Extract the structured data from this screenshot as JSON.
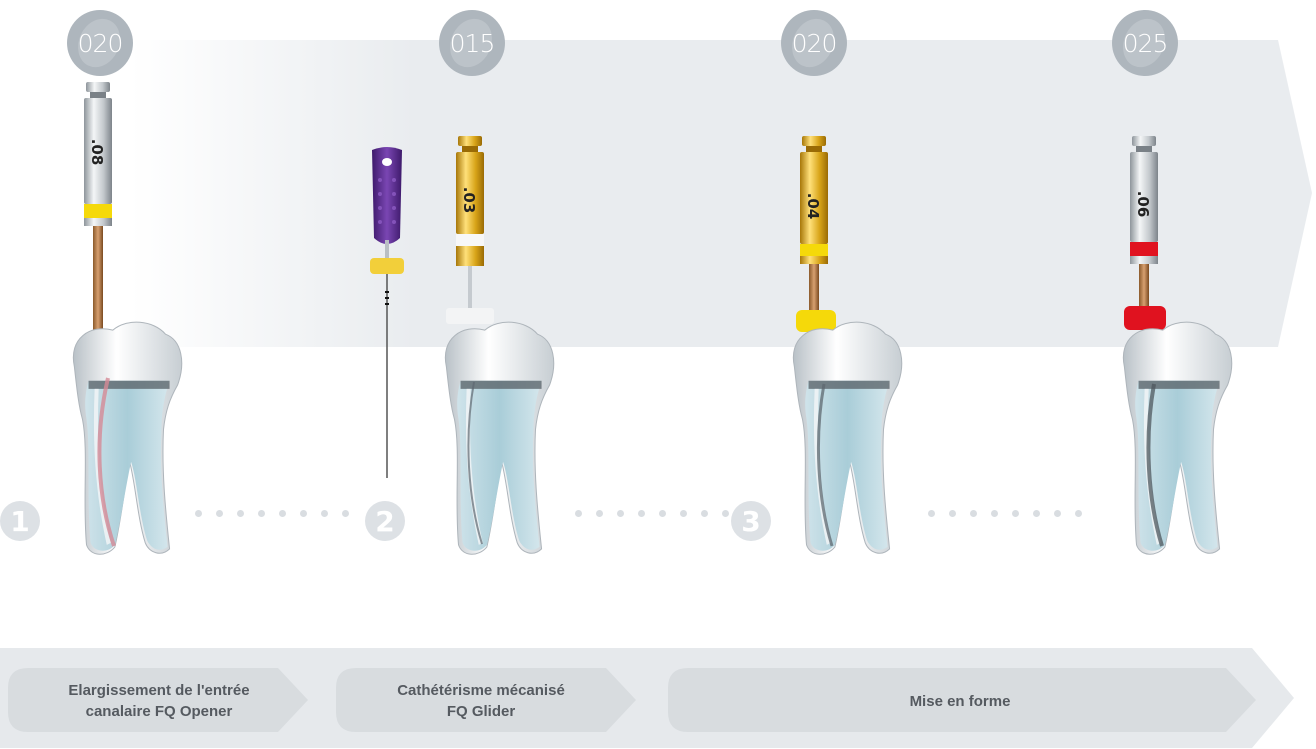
{
  "size_badges": [
    "020",
    "015",
    "020",
    "025"
  ],
  "taper_labels": [
    ".08",
    ".03",
    ".04",
    ".06"
  ],
  "step_numbers": [
    "1",
    "2",
    "3"
  ],
  "stages": [
    {
      "label_line1": "Elargissement de l'entrée",
      "label_line2": "canalaire FQ Opener"
    },
    {
      "label_line1": "Cathétérisme mécanisé",
      "label_line2": "FQ Glider"
    },
    {
      "label_line1": "Mise en forme",
      "label_line2": ""
    }
  ],
  "colors": {
    "band": "#e9ecef",
    "badge": "#aeb6bd",
    "stage_bar": "#e6e9ec",
    "stage_chevron": "#d8dcdf",
    "yellow_ring": "#f5d90a",
    "red_ring": "#e0121f",
    "gold": "#d8a418",
    "purple": "#5b2d8e"
  }
}
